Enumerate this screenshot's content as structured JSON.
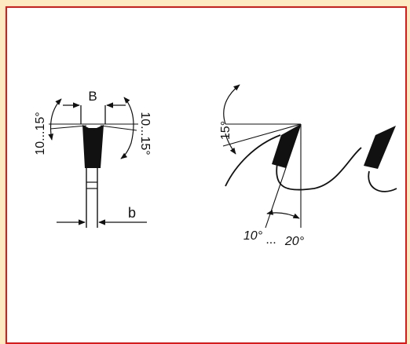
{
  "colors": {
    "background": "#fde9c2",
    "frame_border": "#e01818",
    "panel": "#ffffff",
    "ink": "#111111"
  },
  "left_view": {
    "label_width_top": "B",
    "label_width_bottom": "b",
    "left_angle": "10...15°",
    "right_angle": "10...15°"
  },
  "right_view": {
    "hook_angle": "15°",
    "clearance_angle_low": "10°",
    "clearance_dots": "...",
    "clearance_angle_high": "20°"
  }
}
